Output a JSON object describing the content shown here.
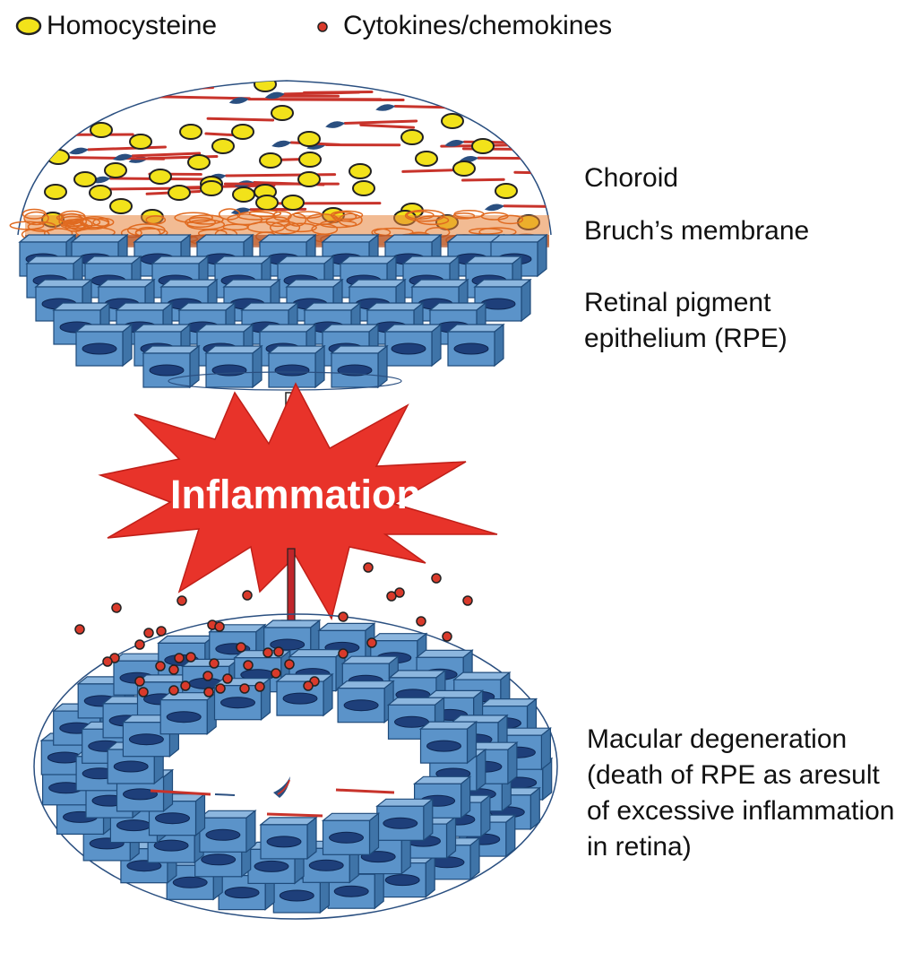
{
  "legend": {
    "homocysteine_label": "Homocysteine",
    "cytokines_label": "Cytokines/chemokines",
    "homocysteine_color": "#f2e21a",
    "cytokine_color": "#d93a2b"
  },
  "labels": {
    "choroid": "Choroid",
    "bruchs_membrane": "Bruch’s membrane",
    "rpe_line1": "Retinal pigment",
    "rpe_line2": "epithelium (RPE)",
    "macular_line1": "Macular degeneration",
    "macular_line2": "(death of RPE as aresult",
    "macular_line3": "of excessive inflammation",
    "macular_line4": "in retina)"
  },
  "burst": {
    "text": "Inflammation",
    "color": "#e8332a",
    "text_color": "#ffffff"
  },
  "colors": {
    "rpe_cell_front": "#5b93c9",
    "rpe_cell_top": "#8cb6de",
    "rpe_cell_side": "#3f74a8",
    "nucleus": "#1e3f7a",
    "bruchs": "#e8833a",
    "capillary": "#c8332b"
  },
  "icons": [
    "homocysteine-dot-icon",
    "cytokine-dot-icon",
    "down-arrow-icon"
  ]
}
